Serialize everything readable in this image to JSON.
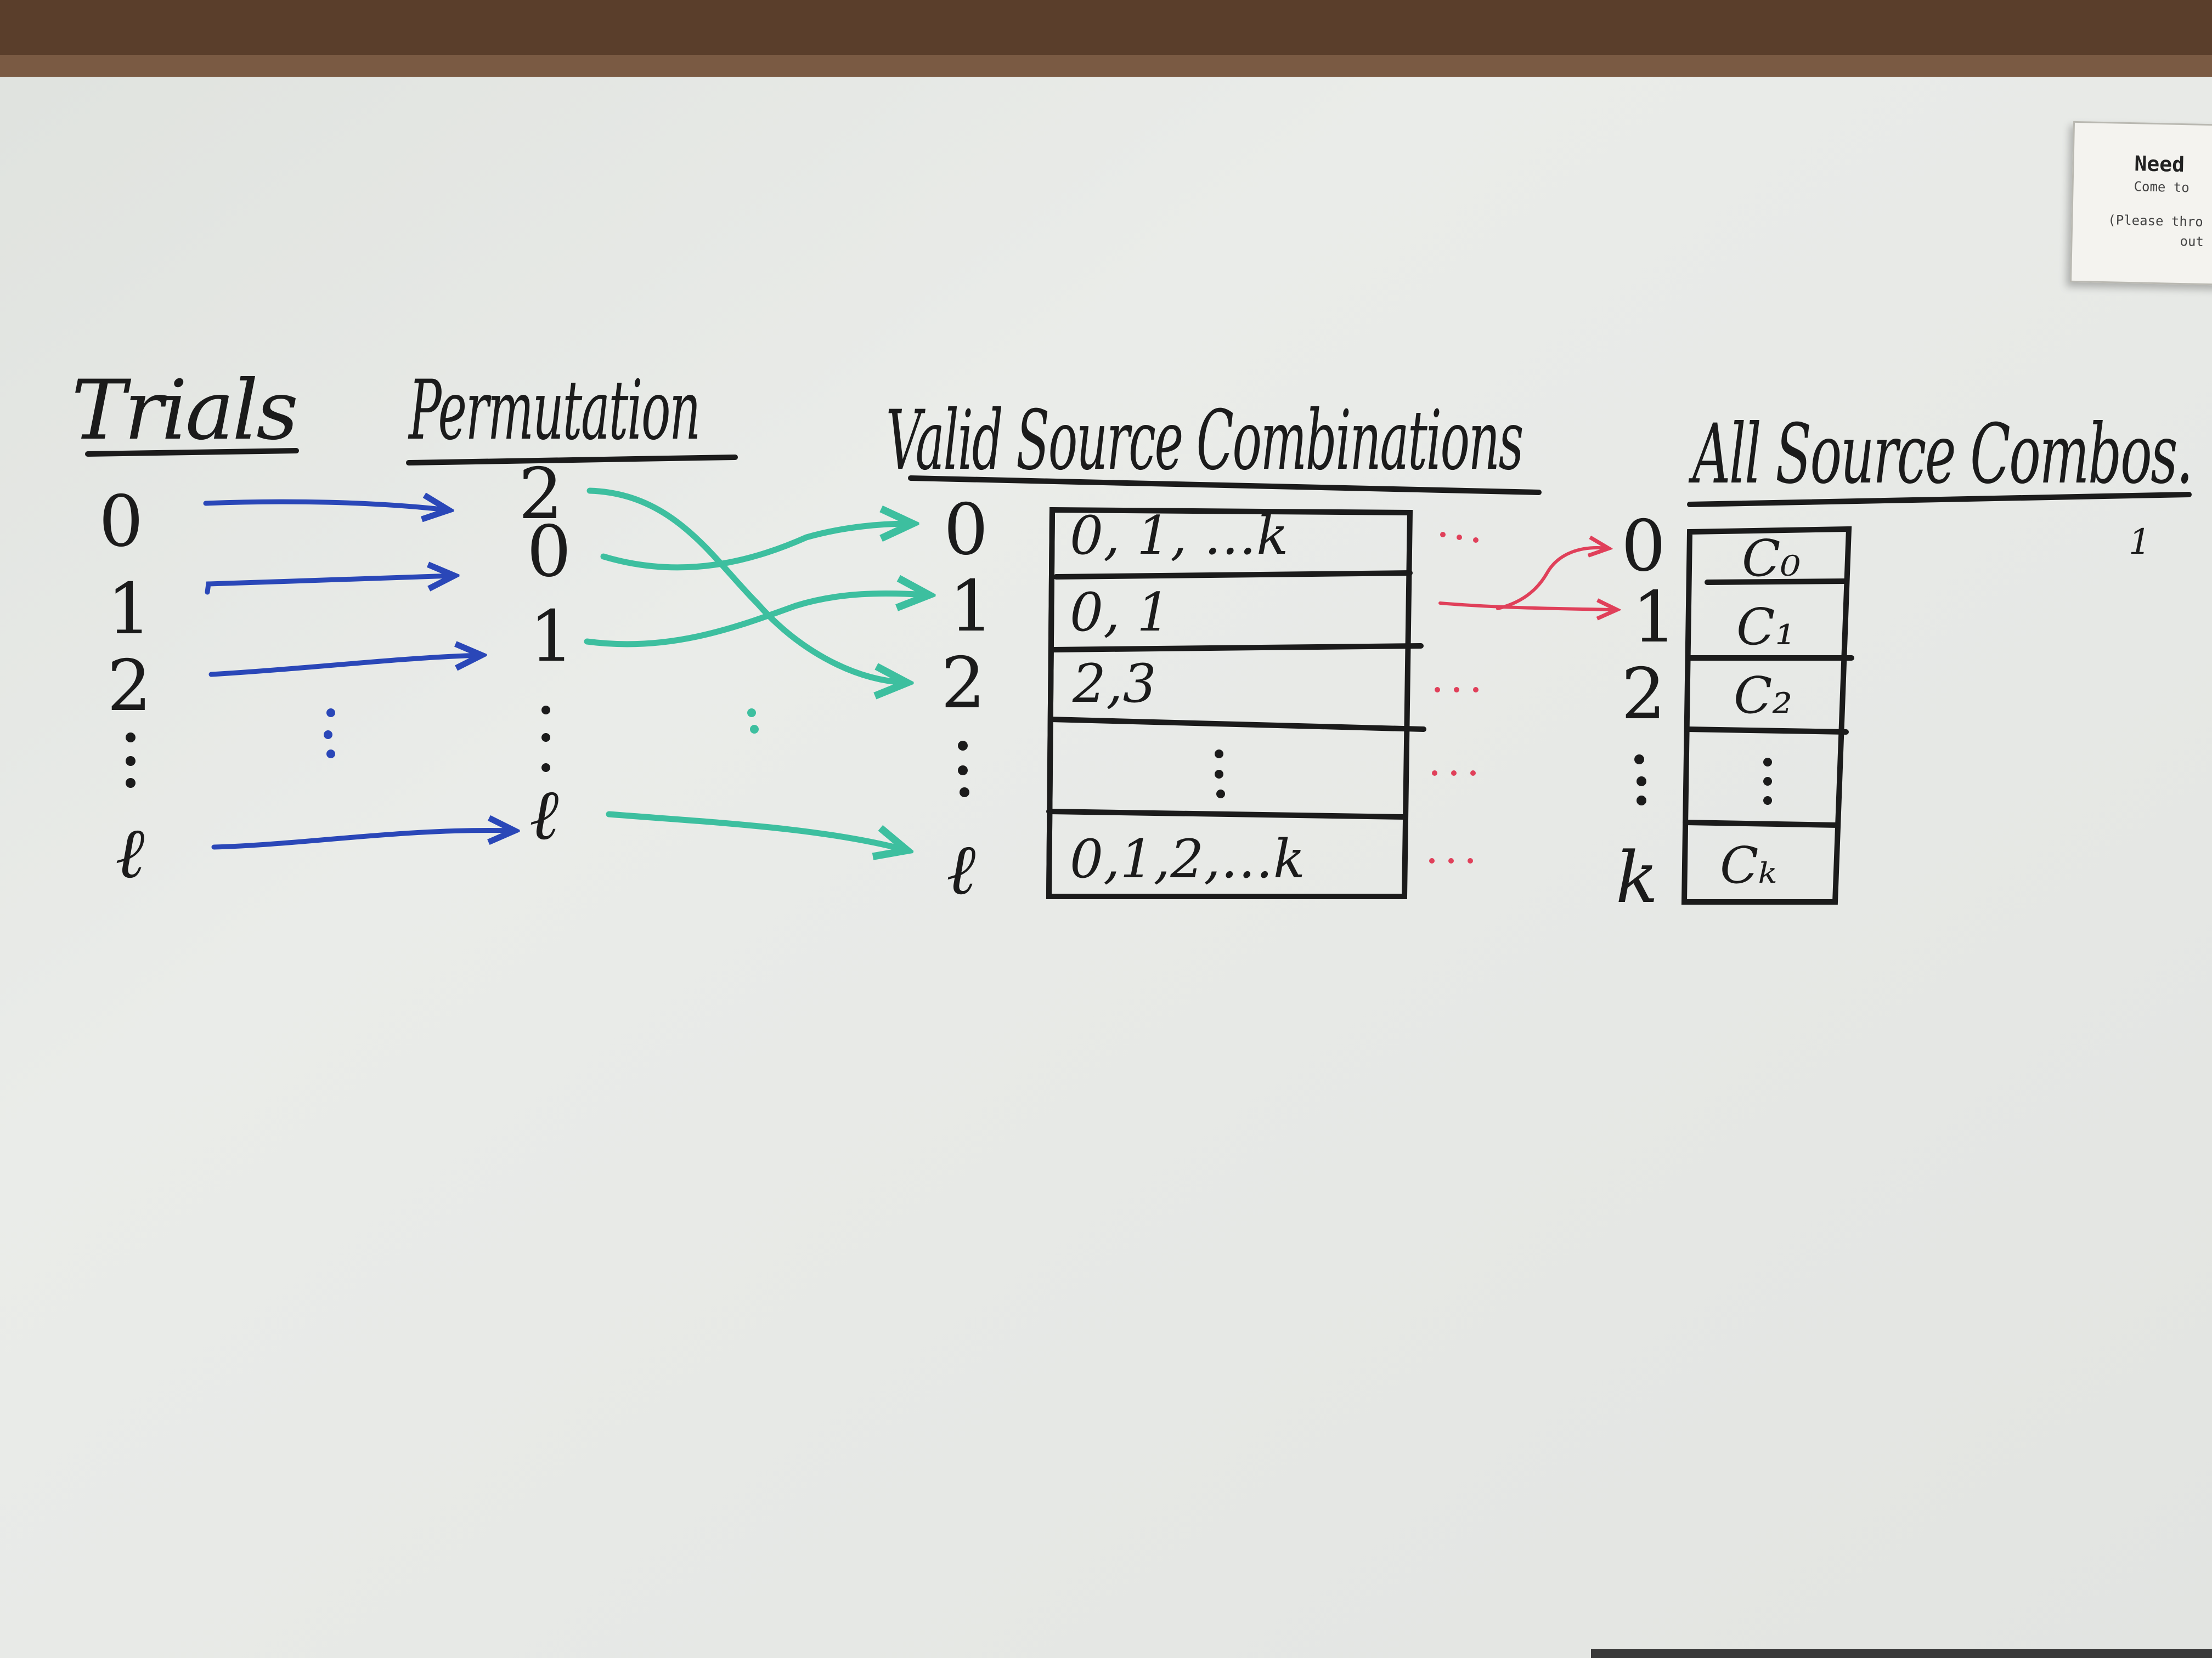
{
  "headings": {
    "trials": "Trials",
    "permutation": "Permutation",
    "valid": "Valid Source Combinations",
    "all": "All Source Combos."
  },
  "trials": [
    "0",
    "1",
    "2",
    "ℓ"
  ],
  "permutation": [
    "2",
    "0",
    "1",
    "ℓ"
  ],
  "valid_indices": [
    "0",
    "1",
    "2",
    "ℓ"
  ],
  "valid_cells": [
    "0, 1, …k",
    "0, 1",
    "2,3",
    "",
    "0,1,2,…k"
  ],
  "all_indices": [
    "0",
    "1",
    "2",
    "k"
  ],
  "combo_cells": [
    "C₀",
    "C₁",
    "C₂",
    "",
    "Cₖ"
  ],
  "stray_mark": "1",
  "note": {
    "line1": "Need",
    "line2": "Come to",
    "line3": "(Please thro",
    "line4": "out"
  },
  "colors": {
    "ink_black": "#1b1b1b",
    "ink_blue": "#2a47b8",
    "ink_teal": "#3dbf9f",
    "ink_red": "#e0405a",
    "board": "#e7e9e6",
    "frame": "#5a3e2b"
  }
}
